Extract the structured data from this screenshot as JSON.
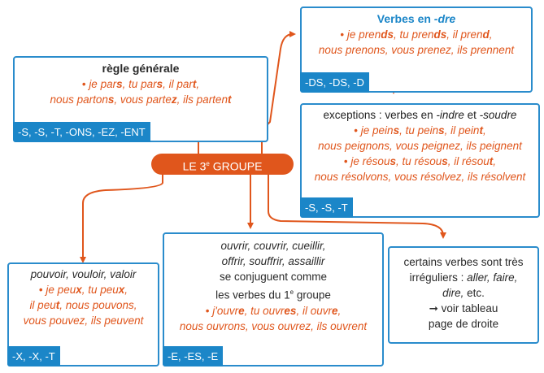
{
  "center": {
    "label_pre": "LE 3",
    "label_sup": "e",
    "label_post": " GROUPE"
  },
  "general": {
    "title": "règle générale",
    "line1": [
      "je par",
      "s",
      ", tu par",
      "s",
      ", il par",
      "t",
      ","
    ],
    "line2": [
      "nous parton",
      "s",
      ", vous parte",
      "z",
      ", ils parten",
      "t"
    ],
    "tag": "-S, -S, -T, -ONS, -EZ, -ENT"
  },
  "dre": {
    "title_pre": "Verbes en ",
    "title_it": "-dre",
    "line1": [
      "je pren",
      "ds",
      ", tu pren",
      "ds",
      ", il pren",
      "d",
      ","
    ],
    "line2": "nous prenons, vous prenez, ils prennent",
    "tag": "-DS, -DS, -D"
  },
  "exceptions": {
    "line1_pre": "exceptions : verbes en ",
    "line1_it1": "-indre",
    "line1_mid": " et ",
    "line1_it2": "-soudre",
    "line2": [
      "je pein",
      "s",
      ", tu pein",
      "s",
      ", il pein",
      "t",
      ","
    ],
    "line3": "nous peignons, vous peignez, ils peignent",
    "line4": [
      "je résou",
      "s",
      ", tu résou",
      "s",
      ", il résou",
      "t",
      ","
    ],
    "line5": "nous résolvons, vous résolvez, ils résolvent",
    "tag": "-S, -S, -T"
  },
  "pouvoir": {
    "line1": "pouvoir, vouloir, valoir",
    "line2": [
      "je peu",
      "x",
      ", tu peu",
      "x",
      ","
    ],
    "line3": [
      "il peu",
      "t",
      ", nous pouvons,"
    ],
    "line4": "vous pouvez, ils peuvent",
    "tag": "-X, -X, -T"
  },
  "ouvrir": {
    "line1": "ouvrir, couvrir, cueillir,",
    "line2": "offrir, souffrir, assaillir",
    "line3": "se conjuguent comme",
    "line4_pre": "les verbes du 1",
    "line4_sup": "e",
    "line4_post": " groupe",
    "line5": [
      "j'ouvr",
      "e",
      ", tu ouvr",
      "es",
      ", il ouvr",
      "e",
      ","
    ],
    "line6": "nous ouvrons, vous ouvrez, ils ouvrent",
    "tag": "-E, -ES, -E"
  },
  "irregular": {
    "line1": "certains verbes sont très",
    "line2_pre": "irréguliers : ",
    "line2_it": "aller, faire,",
    "line3_it": "dire,",
    "line3_post": " etc.",
    "line4": "➞ voir tableau",
    "line5": "page de droite"
  },
  "colors": {
    "blue": "#1b86c8",
    "orange": "#e0561c"
  }
}
